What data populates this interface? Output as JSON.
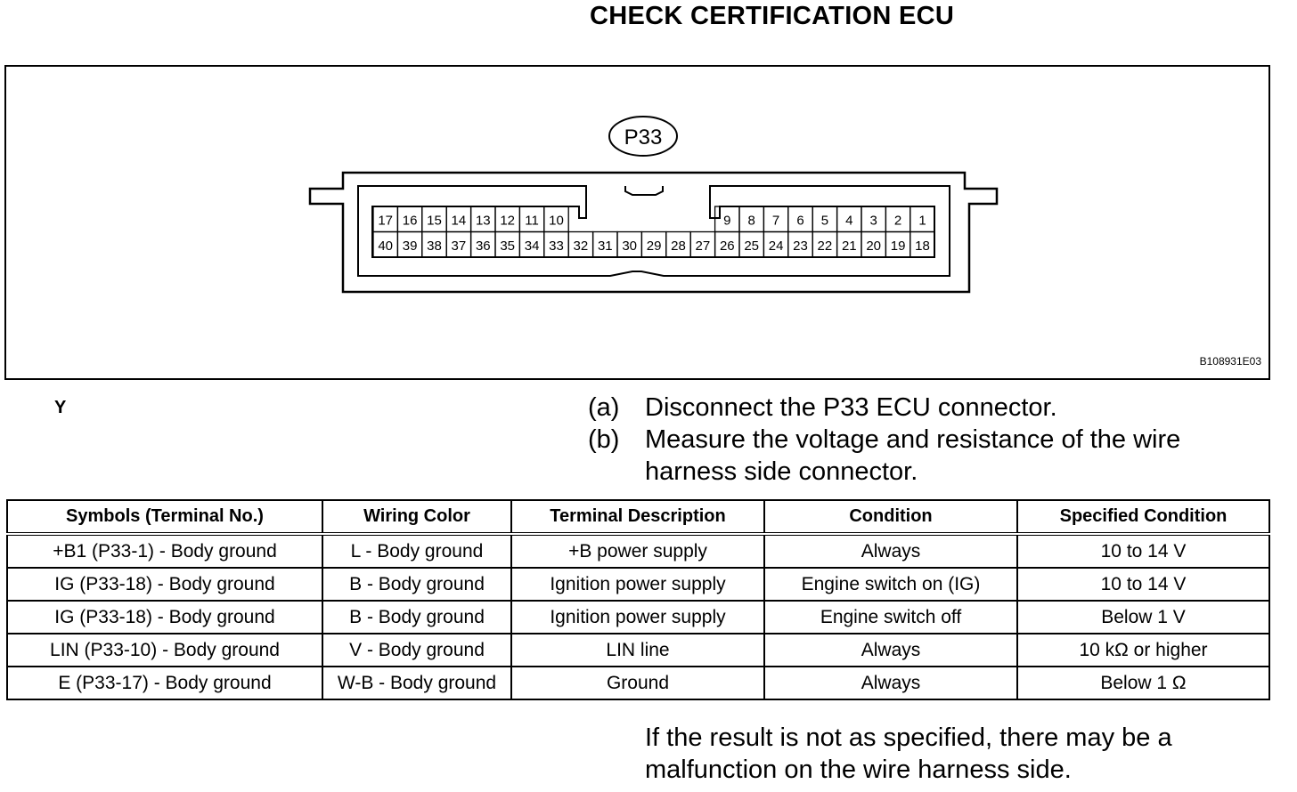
{
  "title": "CHECK CERTIFICATION ECU",
  "figure": {
    "connector_label": "P33",
    "view_label": "Y",
    "figure_code": "B108931E03",
    "top_row_left": [
      "17",
      "16",
      "15",
      "14",
      "13",
      "12",
      "11",
      "10"
    ],
    "top_row_right": [
      "9",
      "8",
      "7",
      "6",
      "5",
      "4",
      "3",
      "2",
      "1"
    ],
    "bottom_row": [
      "40",
      "39",
      "38",
      "37",
      "36",
      "35",
      "34",
      "33",
      "32",
      "31",
      "30",
      "29",
      "28",
      "27",
      "26",
      "25",
      "24",
      "23",
      "22",
      "21",
      "20",
      "19",
      "18"
    ]
  },
  "steps": [
    {
      "label": "(a)",
      "text": "Disconnect the P33 ECU connector."
    },
    {
      "label": "(b)",
      "text": "Measure the voltage and resistance of the wire harness side connector."
    }
  ],
  "table": {
    "headers": [
      "Symbols (Terminal No.)",
      "Wiring Color",
      "Terminal Description",
      "Condition",
      "Specified Condition"
    ],
    "rows": [
      [
        "+B1 (P33-1) - Body ground",
        "L - Body ground",
        "+B power supply",
        "Always",
        "10 to 14 V"
      ],
      [
        "IG (P33-18) - Body ground",
        "B - Body ground",
        "Ignition power supply",
        "Engine switch on (IG)",
        "10 to 14 V"
      ],
      [
        "IG (P33-18) - Body ground",
        "B - Body ground",
        "Ignition power supply",
        "Engine switch off",
        "Below 1 V"
      ],
      [
        "LIN (P33-10) - Body ground",
        "V - Body ground",
        "LIN line",
        "Always",
        "10 kΩ or higher"
      ],
      [
        "E (P33-17) - Body ground",
        "W-B - Body ground",
        "Ground",
        "Always",
        "Below 1 Ω"
      ]
    ]
  },
  "note": "If the result is not as specified, there may be a malfunction on the wire harness side."
}
